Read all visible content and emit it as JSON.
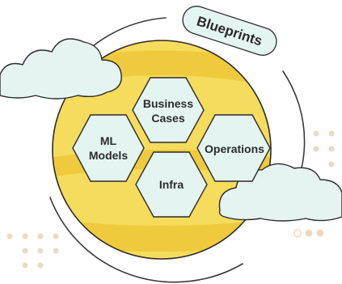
{
  "badge": {
    "label": "Blueprints"
  },
  "hexagons": [
    {
      "id": "business-cases",
      "lines": [
        "Business",
        "Cases"
      ]
    },
    {
      "id": "ml-models",
      "lines": [
        "ML",
        "Models"
      ]
    },
    {
      "id": "operations",
      "lines": [
        "Operations"
      ]
    },
    {
      "id": "infra",
      "lines": [
        "Infra"
      ]
    }
  ],
  "colors": {
    "sphere_light": "#f6dc5c",
    "sphere_band": "#efca3c",
    "sphere_dark": "#d8b83a",
    "sphere_outline": "#2b2b2b",
    "hexagon_fill": "#e4f4f1",
    "hexagon_outline": "#2b2b2b",
    "cloud_fill": "#e6f4f1",
    "badge_fill": "#e4f4f1",
    "dots": "#ecd9c3",
    "orbit_line": "#3a3a3a",
    "text": "#2b2b2b"
  }
}
